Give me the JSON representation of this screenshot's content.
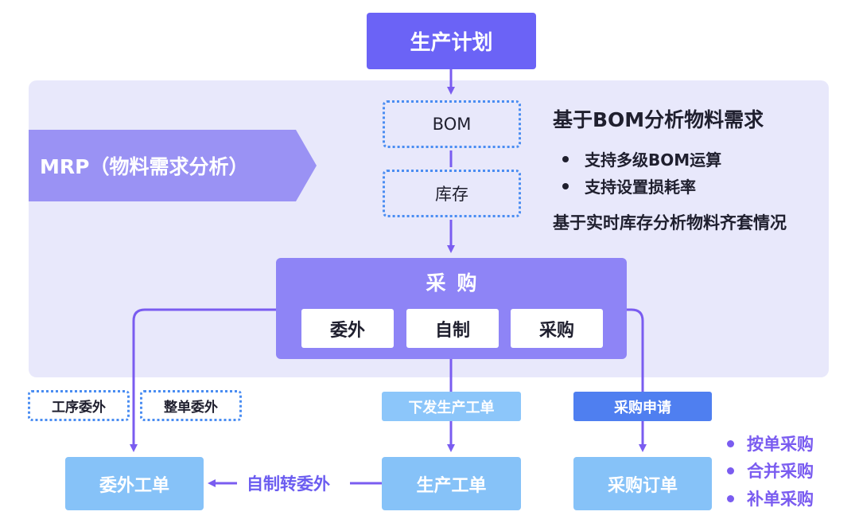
{
  "top": {
    "plan": "生产计划"
  },
  "mrp": {
    "label": "MRP（物料需求分析）",
    "bom": "BOM",
    "inventory": "库存"
  },
  "info": {
    "title": "基于BOM分析物料需求",
    "bullets": [
      "支持多级BOM运算",
      "支持设置损耗率"
    ],
    "subtitle": "基于实时库存分析物料齐套情况"
  },
  "purchase_group": {
    "title": "采购",
    "options": [
      "委外",
      "自制",
      "采购"
    ]
  },
  "outsource_types": [
    "工序委外",
    "整单委外"
  ],
  "edge_labels": {
    "issue_order": "下发生产工单",
    "purchase_request": "采购申请",
    "self_to_outsource": "自制转委外"
  },
  "bottom": {
    "outsource_order": "委外工单",
    "production_order": "生产工单",
    "purchase_order": "采购订单"
  },
  "purchase_methods": [
    "按单采购",
    "合并采购",
    "补单采购"
  ],
  "colors": {
    "primary": "#6b63f6",
    "panel": "#e8e8fb",
    "mrp_label": "#9a92f4",
    "purchase_group": "#8e84f6",
    "light_blue": "#86c2f8",
    "mid_blue": "#4f7ff0",
    "arrow": "#7a5cf0",
    "dotted_border": "#4a8df2"
  }
}
